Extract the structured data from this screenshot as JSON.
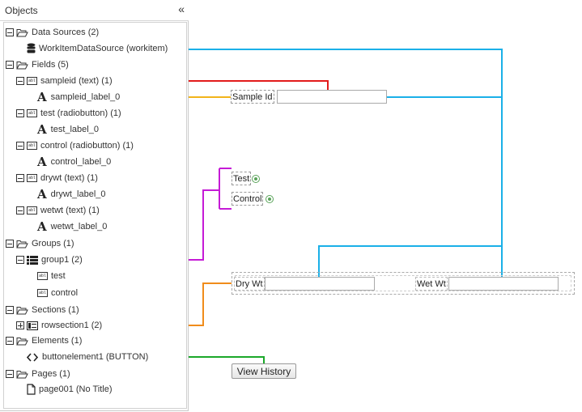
{
  "panel": {
    "title": "Objects",
    "collapse_icon": "«",
    "tree": {
      "data_sources": "Data Sources (2)",
      "workitem_ds": "WorkItemDataSource (workitem)",
      "fields": "Fields (5)",
      "sampleid": "sampleid (text) (1)",
      "sampleid_label": "sampleid_label_0",
      "test": "test (radiobutton) (1)",
      "test_label": "test_label_0",
      "control": "control (radiobutton) (1)",
      "control_label": "control_label_0",
      "drywt": "drywt (text) (1)",
      "drywt_label": "drywt_label_0",
      "wetwt": "wetwt (text) (1)",
      "wetwt_label": "wetwt_label_0",
      "groups": "Groups (1)",
      "group1": "group1 (2)",
      "group_test": "test",
      "group_control": "control",
      "sections": "Sections (1)",
      "rowsection1": "rowsection1 (2)",
      "elements": "Elements (1)",
      "buttonelement1": "buttonelement1 (BUTTON)",
      "pages": "Pages (1)",
      "page001": "page001 (No Title)"
    },
    "icons": {
      "expanded": "minus-box-icon",
      "collapsed": "plus-box-icon",
      "folder": "folder-open-icon",
      "database": "database-icon",
      "textbox": "textbox-icon",
      "label": "label-icon",
      "group": "list-icon",
      "section": "section-icon",
      "element": "code-icon",
      "page": "page-icon"
    }
  },
  "form": {
    "sample_id_label": "Sample Id",
    "test_label": "Test",
    "control_label": "Control",
    "dry_wt_label": "Dry Wt",
    "wet_wt_label": "Wet Wt",
    "view_history_label": "View History",
    "sample_id_value": "",
    "dry_wt_value": "",
    "wet_wt_value": ""
  },
  "colors": {
    "datasource_link": "#1ab0e8",
    "sampleid_link": "#e21b1b",
    "label_link": "#f2b41b",
    "group_link": "#c51bd6",
    "section_link": "#f08c1b",
    "element_link": "#1ba82a"
  }
}
